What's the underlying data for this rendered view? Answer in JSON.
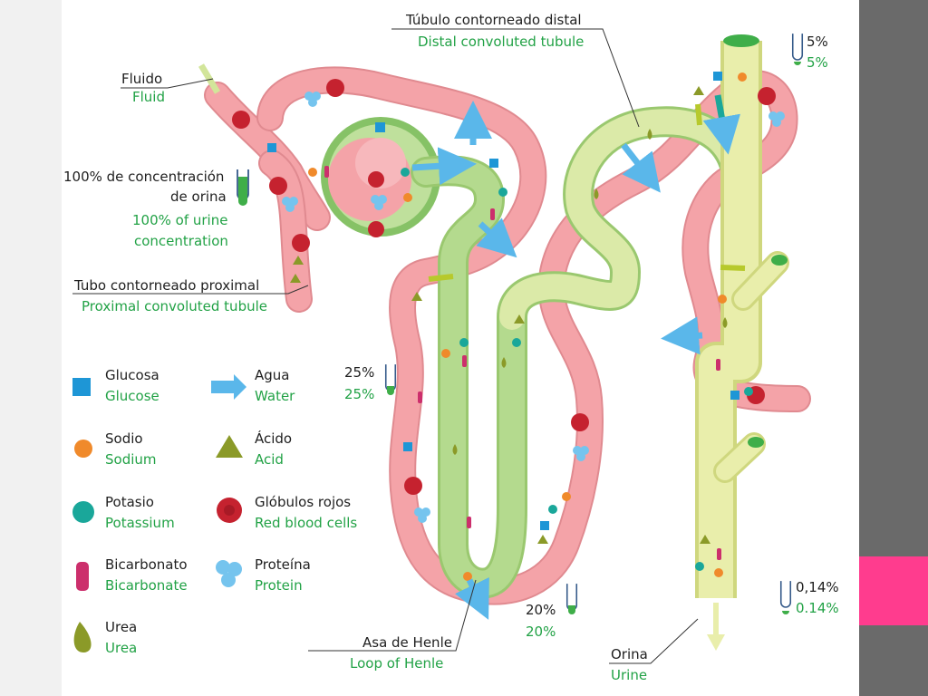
{
  "colors": {
    "background": "#f1f1f1",
    "sidebar": "#6a6a6a",
    "accent_block": "#ff3c8e",
    "blood_vessel": "#f4a3a8",
    "tubule_proximal": "#9fd07b",
    "tubule_distal": "#e6ef9c",
    "label_spanish": "#1f1f1f",
    "label_english": "#22a246"
  },
  "labels": {
    "fluid_es": "Fluido",
    "fluid_en": "Fluid",
    "concentration_es_1": "100% de concentración",
    "concentration_es_2": "de orina",
    "concentration_en_1": "100% of urine",
    "concentration_en_2": "concentration",
    "proximal_es": "Tubo contorneado proximal",
    "proximal_en": "Proximal convoluted tubule",
    "distal_es": "Túbulo contorneado distal",
    "distal_en": "Distal convoluted tubule",
    "henle_es": "Asa de Henle",
    "henle_en": "Loop of Henle",
    "urine_es": "Orina",
    "urine_en": "Urine",
    "pct_5_es": "5%",
    "pct_5_en": "5%",
    "pct_25_es": "25%",
    "pct_25_en": "25%",
    "pct_20_es": "20%",
    "pct_20_en": "20%",
    "pct_014_es": "0,14%",
    "pct_014_en": "0.14%"
  },
  "legend": [
    {
      "es": "Glucosa",
      "en": "Glucose",
      "icon": "glucose-square-icon"
    },
    {
      "es": "Agua",
      "en": "Water",
      "icon": "water-arrow-icon"
    },
    {
      "es": "Sodio",
      "en": "Sodium",
      "icon": "sodium-dot-icon"
    },
    {
      "es": "Ácido",
      "en": "Acid",
      "icon": "acid-triangle-icon"
    },
    {
      "es": "Potasio",
      "en": "Potassium",
      "icon": "potassium-dot-icon"
    },
    {
      "es": "Glóbulos rojos",
      "en": "Red blood cells",
      "icon": "red-blood-cell-icon"
    },
    {
      "es": "Bicarbonato",
      "en": "Bicarbonate",
      "icon": "bicarbonate-pill-icon"
    },
    {
      "es": "Proteína",
      "en": "Protein",
      "icon": "protein-cluster-icon"
    },
    {
      "es": "Urea",
      "en": "Urea",
      "icon": "urea-drop-icon"
    }
  ]
}
